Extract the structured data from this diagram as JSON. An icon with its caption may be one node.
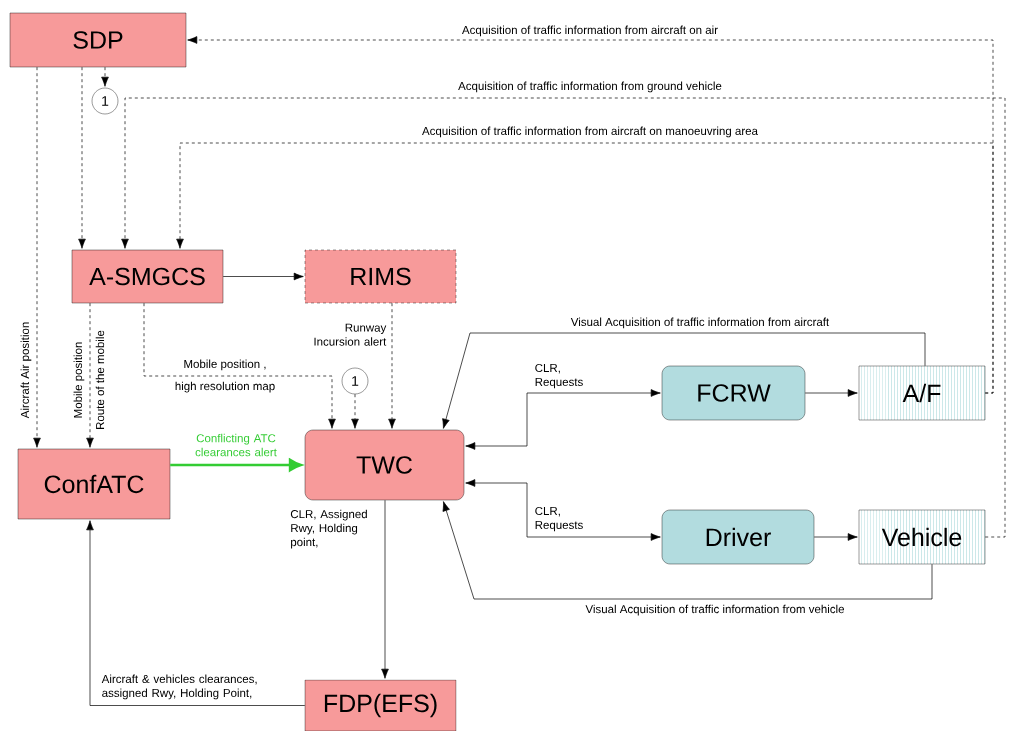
{
  "diagram": {
    "nodes": [
      {
        "text": [
          "SDP"
        ]
      },
      {
        "text": [
          "A-SMGCS"
        ]
      },
      {
        "text": [
          "RIMS"
        ]
      },
      {
        "text": [
          "ConfATC"
        ]
      },
      {
        "text": [
          "TWC"
        ]
      },
      {
        "text": [
          "FDP(EFS)"
        ]
      },
      {
        "text": [
          "FCRW"
        ]
      },
      {
        "text": [
          "A/F"
        ]
      },
      {
        "text": [
          "Driver"
        ]
      },
      {
        "text": [
          "Vehicle"
        ]
      },
      {
        "text": [
          "1"
        ]
      },
      {
        "text": [
          "1"
        ]
      }
    ],
    "edges": [
      {
        "from": 7,
        "to": 0,
        "arrow": "to",
        "style": "dashed",
        "label": "Acquisition of traffic information from aircraft on air"
      },
      {
        "from": 9,
        "to": 1,
        "arrow": "to",
        "style": "dashed",
        "label": "Acquisition of traffic information from ground vehicle"
      },
      {
        "from": 7,
        "to": 1,
        "arrow": "to",
        "style": "dashed",
        "label": "Acquisition of traffic information from aircraft on manoeuvring area"
      },
      {
        "from": 0,
        "to": 1,
        "arrow": "to",
        "style": "dashed"
      },
      {
        "from": 0,
        "to": 10,
        "arrow": "to",
        "style": "dashed"
      },
      {
        "from": 0,
        "to": 3,
        "arrow": "to",
        "style": "dashed",
        "label": "Aircraft Air position"
      },
      {
        "from": 1,
        "to": 3,
        "arrow": "to",
        "style": "dashed",
        "label": "Mobile position"
      },
      {
        "from": 1,
        "to": 2,
        "arrow": "to"
      },
      {
        "from": 1,
        "to": 4,
        "arrow": "to",
        "style": "dashed",
        "label": "Mobile position ,"
      },
      {
        "from": 11,
        "to": 4,
        "arrow": "to",
        "style": "dashed"
      },
      {
        "from": 2,
        "to": 4,
        "arrow": "to",
        "style": "dashed",
        "label": "Runway Incursion alert"
      },
      {
        "from": 3,
        "to": 4,
        "arrow": "to",
        "style": "thick",
        "color": "#33cc33",
        "label": "Conflicting ATC clearances alert"
      },
      {
        "from": 4,
        "to": 5,
        "arrow": "to",
        "label": "CLR, Assigned Rwy, Holding point,"
      },
      {
        "from": 5,
        "to": 3,
        "arrow": "to",
        "label": "Aircraft & vehicles clearances, assigned Rwy, Holding Point,"
      },
      {
        "from": 4,
        "to": 6,
        "arrow": "both",
        "label": "CLR, Requests"
      },
      {
        "from": 6,
        "to": 7,
        "arrow": "to"
      },
      {
        "from": 7,
        "to": 4,
        "arrow": "to",
        "label": "Visual Acquisition of traffic information from aircraft"
      },
      {
        "from": 4,
        "to": 8,
        "arrow": "both",
        "label": "CLR, Requests"
      },
      {
        "from": 8,
        "to": 9,
        "arrow": "to"
      },
      {
        "from": 9,
        "to": 4,
        "arrow": "to",
        "label": "Visual Acquisition of traffic information from vehicle"
      }
    ],
    "labels": [
      "Route of the mobile",
      "high resolution map"
    ]
  }
}
